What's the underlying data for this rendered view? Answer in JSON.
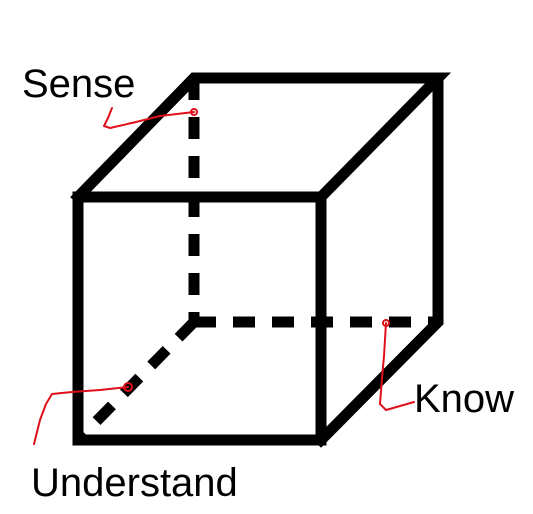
{
  "labels": {
    "sense": "Sense",
    "know": "Know",
    "understand": "Understand"
  },
  "colors": {
    "cube_stroke": "#000000",
    "annotation": "#e0101a",
    "background": "#ffffff"
  }
}
